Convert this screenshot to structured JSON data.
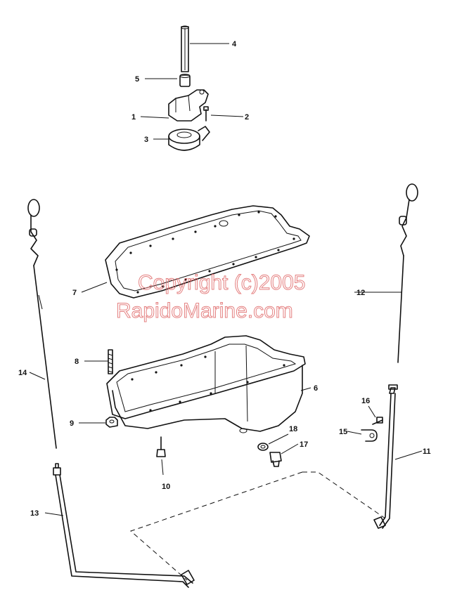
{
  "watermark": {
    "line1": "Copyright (c)2005",
    "line2": "RapidoMarine.com"
  },
  "callouts": [
    "1",
    "2",
    "3",
    "4",
    "5",
    "6",
    "7",
    "8",
    "9",
    "10",
    "11",
    "12",
    "13",
    "14",
    "15",
    "16",
    "17",
    "18"
  ]
}
